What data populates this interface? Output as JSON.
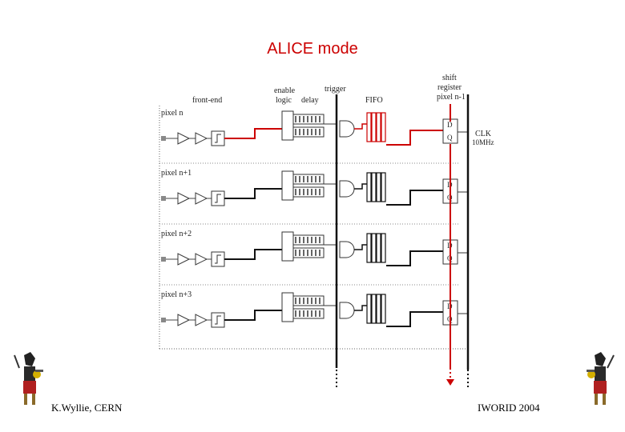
{
  "slide": {
    "title": "ALICE mode",
    "footer_left": "K.Wyllie, CERN",
    "footer_right": "IWORID 2004"
  },
  "diagram": {
    "header": {
      "front_end": "front-end",
      "enable_logic_1": "enable",
      "enable_logic_2": "logic",
      "delay": "delay",
      "trigger": "trigger",
      "fifo": "FIFO",
      "shift_1": "shift",
      "shift_2": "register",
      "shift_3": "pixel n-1",
      "clk_1": "CLK",
      "clk_2": "10MHz"
    },
    "pixels": [
      {
        "label": "pixel n",
        "active": true
      },
      {
        "label": "pixel n+1",
        "active": false
      },
      {
        "label": "pixel n+2",
        "active": false
      },
      {
        "label": "pixel n+3",
        "active": false
      }
    ],
    "ff_d": "D",
    "ff_q": "Q",
    "colors": {
      "active": "#cc0000",
      "normal": "#111111"
    }
  }
}
